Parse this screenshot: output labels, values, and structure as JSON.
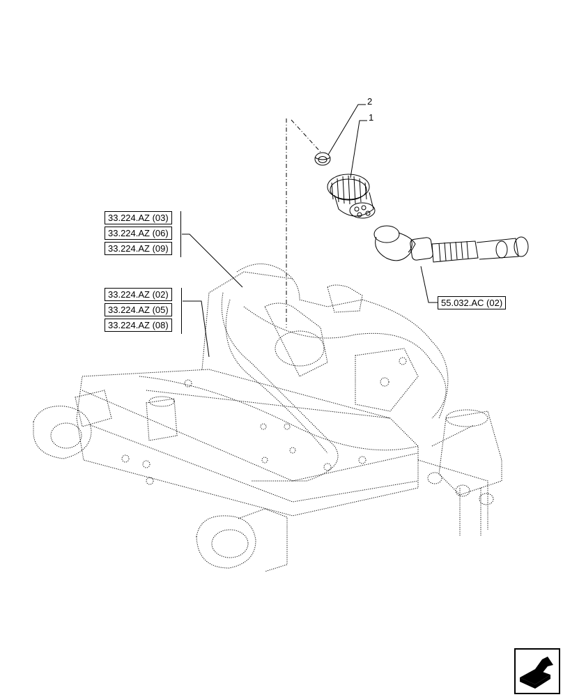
{
  "callouts": {
    "item_2": "2",
    "item_1": "1"
  },
  "reference_groups": {
    "upper_left": [
      "33.224.AZ (03)",
      "33.224.AZ (06)",
      "33.224.AZ (09)"
    ],
    "lower_left": [
      "33.224.AZ (02)",
      "33.224.AZ (05)",
      "33.224.AZ (08)"
    ],
    "right": [
      "55.032.AC (02)"
    ]
  },
  "icons": {
    "navigation": "next-page-arrow-icon"
  },
  "colors": {
    "line": "#000000",
    "background": "#ffffff"
  }
}
